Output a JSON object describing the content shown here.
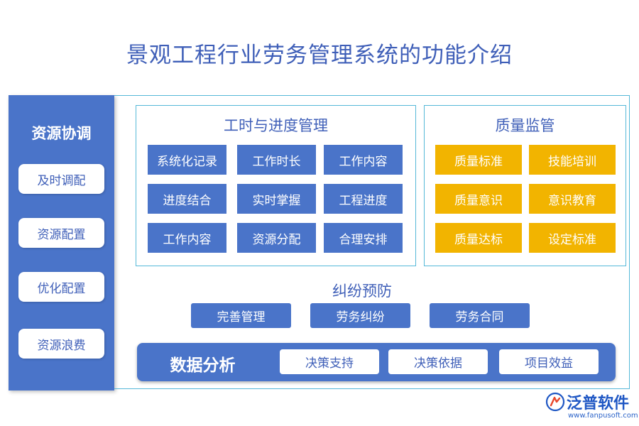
{
  "title": "景观工程行业劳务管理系统的功能介绍",
  "resource_coordination": {
    "title": "资源协调",
    "items": [
      "及时调配",
      "资源配置",
      "优化配置",
      "资源浪费"
    ]
  },
  "hours_progress": {
    "title": "工时与进度管理",
    "items": [
      "系统化记录",
      "工作时长",
      "工作内容",
      "进度结合",
      "实时掌握",
      "工程进度",
      "工作内容",
      "资源分配",
      "合理安排"
    ]
  },
  "quality": {
    "title": "质量监管",
    "items": [
      "质量标准",
      "技能培训",
      "质量意识",
      "意识教育",
      "质量达标",
      "设定标准"
    ]
  },
  "dispute": {
    "title": "纠纷预防",
    "items": [
      "完善管理",
      "劳务纠纷",
      "劳务合同"
    ]
  },
  "analysis": {
    "title": "数据分析",
    "items": [
      "决策支持",
      "决策依据",
      "项目效益"
    ]
  },
  "logo": {
    "name": "泛普软件",
    "url": "www.fanpusoft.com",
    "icon": "fanpu-logo-icon"
  },
  "colors": {
    "blue": "#4a74c9",
    "gold": "#f2b400",
    "title": "#3f5fb8",
    "border": "#55b8d8"
  }
}
